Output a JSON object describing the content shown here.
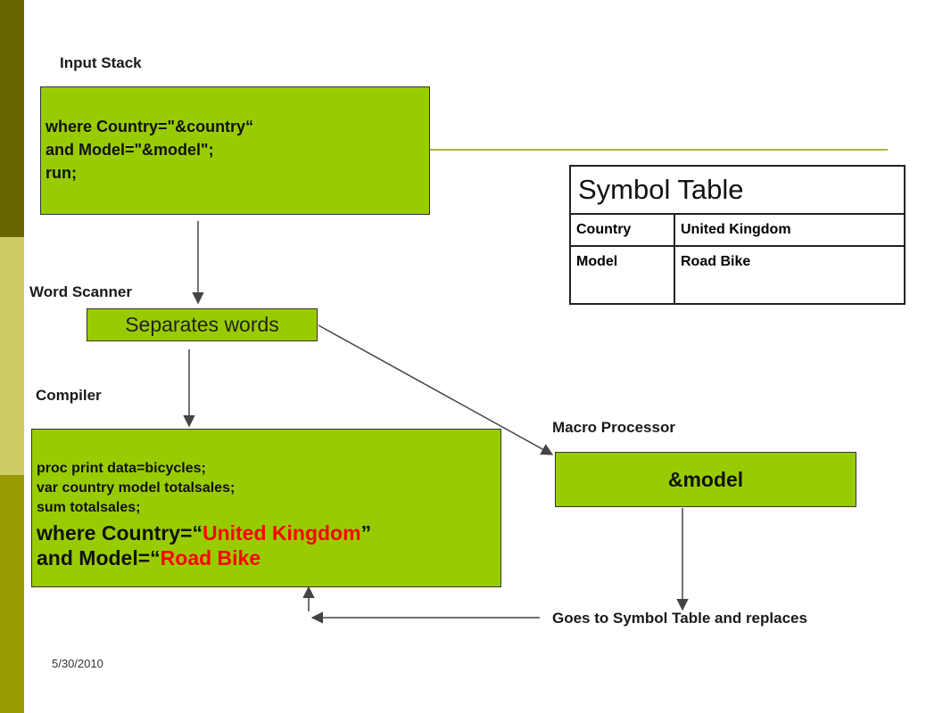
{
  "labels": {
    "input_stack": "Input Stack",
    "word_scanner": "Word Scanner",
    "compiler": "Compiler",
    "macro_processor": "Macro Processor",
    "goes_to": "Goes to Symbol Table and replaces",
    "date": "5/30/2010"
  },
  "input_stack": {
    "lines": [
      "where Country=\"&country“",
      "and Model=\"&model\";",
      "run;"
    ]
  },
  "word_scanner": {
    "text": "Separates words"
  },
  "compiler": {
    "lines": [
      "proc print data=bicycles;",
      "var country model totalsales;",
      "sum totalsales;"
    ],
    "where_prefix": "where Country=“",
    "where_value": "United Kingdom",
    "where_suffix": "”",
    "model_prefix": "and Model=“",
    "model_value": "Road Bike"
  },
  "macro_processor": {
    "text": "&model"
  },
  "symbol_table": {
    "title": "Symbol Table",
    "rows": [
      {
        "name": "Country",
        "value": "United Kingdom"
      },
      {
        "name": "Model",
        "value": "Road Bike"
      }
    ]
  },
  "colors": {
    "box_green": "#99cc00",
    "strip_dark": "#666600",
    "strip_light": "#cccc66",
    "strip_mid": "#999900",
    "highlight_red": "#ff0000"
  }
}
